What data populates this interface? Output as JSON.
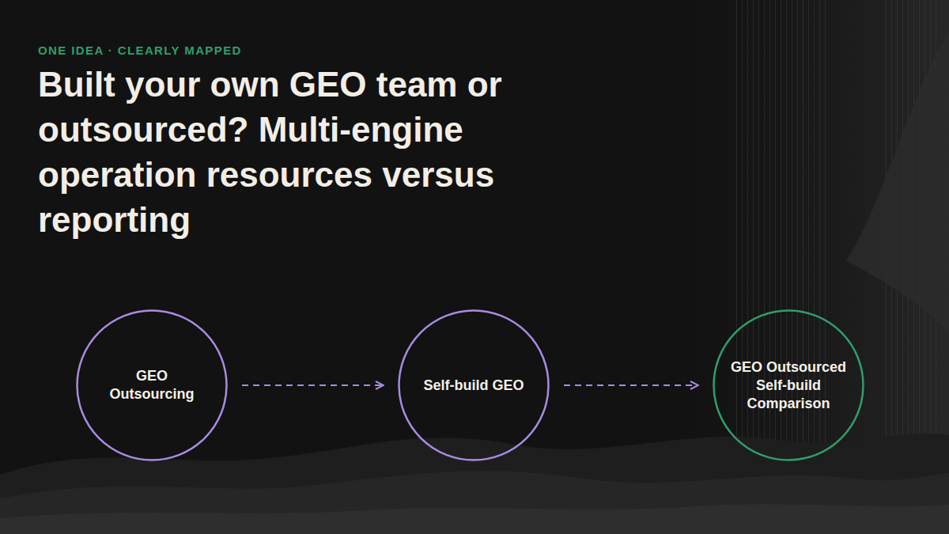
{
  "diagram": {
    "title": "Built your own GEO team or outsourced? Multi-engine operation resources versus reporting",
    "nodes": [
      {
        "text": [
          "GEO Outsourcing"
        ]
      },
      {
        "text": [
          "Self-build GEO"
        ]
      },
      {
        "text": [
          "GEO Outsourced Self-build Comparison"
        ]
      }
    ],
    "edges": [
      {
        "from": 0,
        "to": 1,
        "arrow": "to"
      },
      {
        "from": 1,
        "to": 2,
        "arrow": "to"
      }
    ],
    "labels": [
      "ONE IDEA · CLEARLY MAPPED"
    ]
  }
}
